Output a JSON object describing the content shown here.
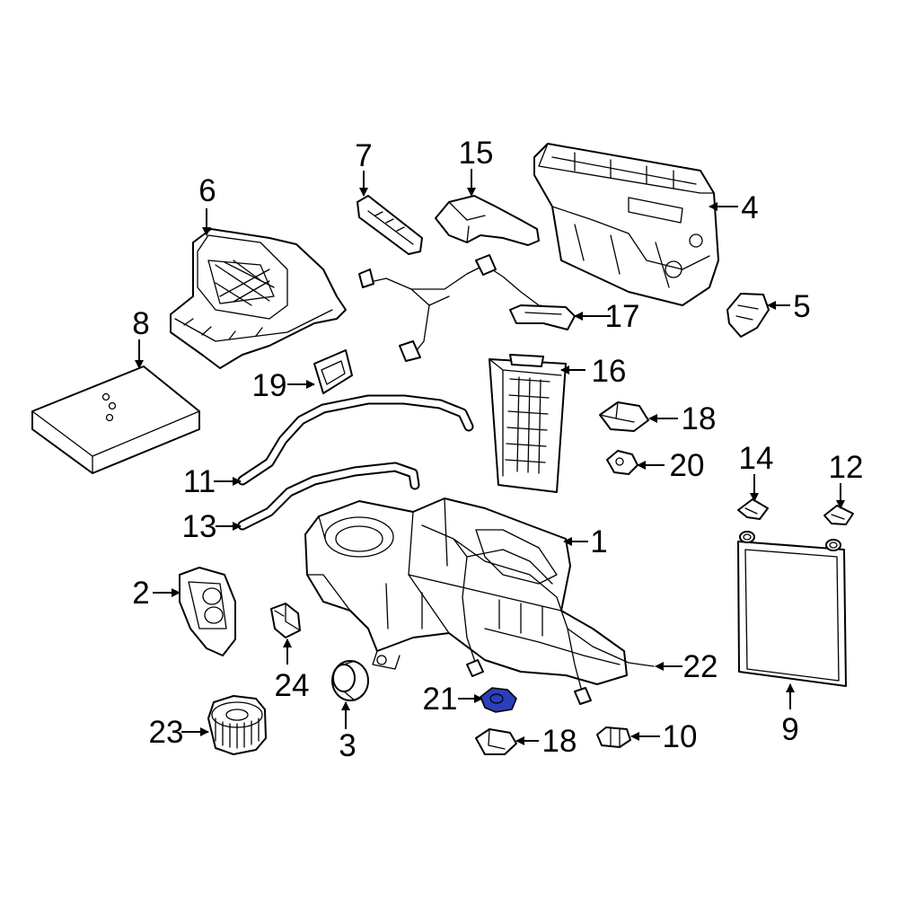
{
  "colors": {
    "line": "#000000",
    "background": "#ffffff",
    "highlight": "#2a3fb8"
  },
  "callouts": {
    "p1": "1",
    "p2": "2",
    "p3": "3",
    "p4": "4",
    "p5": "5",
    "p6": "6",
    "p7": "7",
    "p8": "8",
    "p9": "9",
    "p10": "10",
    "p11": "11",
    "p12": "12",
    "p13": "13",
    "p14": "14",
    "p15": "15",
    "p16": "16",
    "p17": "17",
    "p18a": "18",
    "p18b": "18",
    "p19": "19",
    "p20": "20",
    "p21": "21",
    "p22": "22",
    "p23": "23",
    "p24": "24"
  },
  "highlighted_part": "21"
}
